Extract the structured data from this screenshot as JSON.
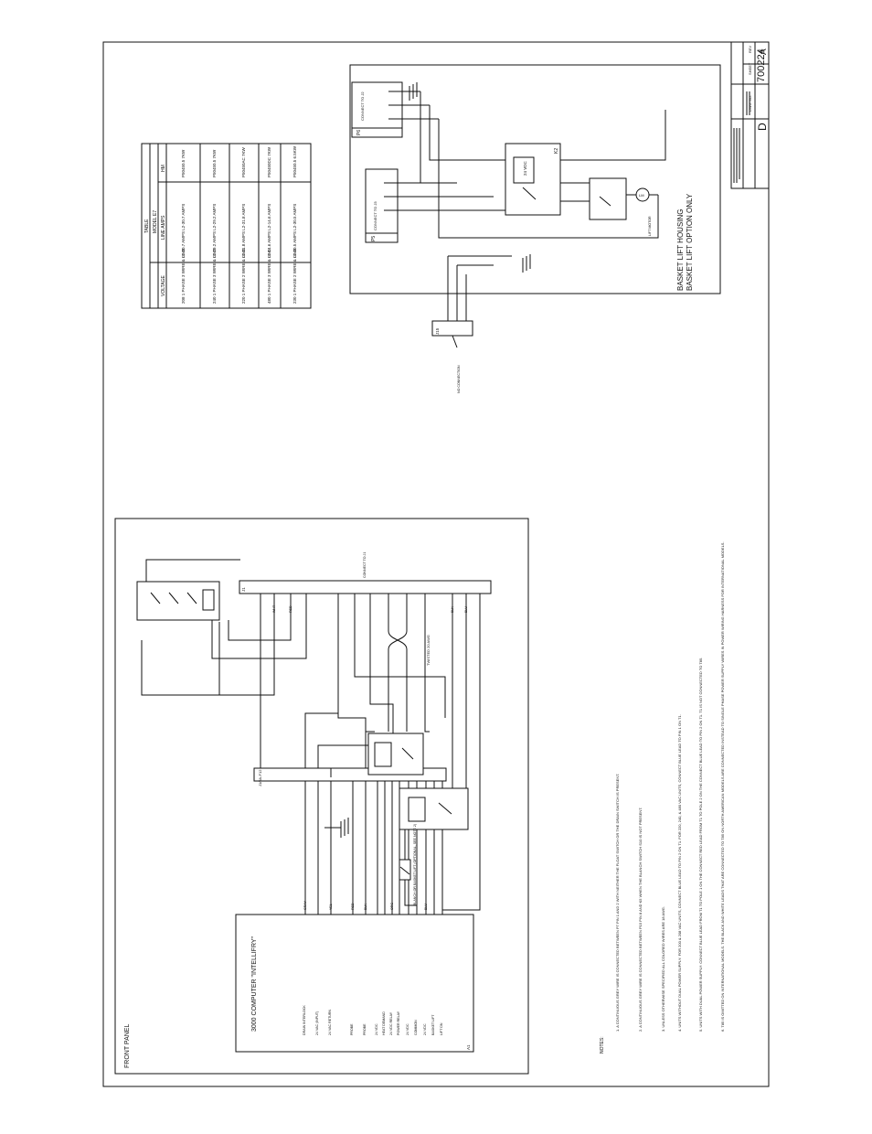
{
  "drawing": {
    "drawing_number": "700224",
    "size": "D",
    "revision": "A",
    "title": "WIRING DIAGRAM"
  },
  "left_panel": {
    "section_label": "FRONT PANEL",
    "computer_label": "3000 COMPUTER \"INTELLIFRY\"",
    "j1_label": "J1",
    "connector_label": "J1/6A-F12",
    "computer_inputs": [
      {
        "pin": "1",
        "label": "DRAIN INTERLOCK"
      },
      {
        "pin": "2",
        "label": "24 VAC (INPUT)"
      },
      {
        "pin": "3",
        "label": "24 VAC RETURN"
      },
      {
        "pin": "4",
        "label": "PROBE"
      },
      {
        "pin": "5",
        "label": "PROBE"
      },
      {
        "pin": "6",
        "label": "24 VDC"
      },
      {
        "pin": "7",
        "label": "HEAT DEMAND"
      },
      {
        "pin": "8",
        "label": "24 VDC RELAY"
      },
      {
        "pin": "9",
        "label": "POWER RELAY"
      },
      {
        "pin": "10",
        "label": "24 VDC"
      },
      {
        "pin": "11",
        "label": "COMMON"
      },
      {
        "pin": "12",
        "label": "24 VDC"
      },
      {
        "pin": "13",
        "label": "BASKET LIFT"
      },
      {
        "pin": "14",
        "label": "LIFT DN"
      }
    ],
    "wire_labels": {
      "gray": "GRAY",
      "white": "WHT",
      "red": "RED",
      "black": "BLK",
      "yellow": "YEL",
      "blue": "BLU",
      "org": "ORG"
    },
    "connector_top_label": "CONNECT TO J1",
    "twisted_label": "TWISTED 20 AWG",
    "drain_switch_label": "DRAIN SWITCH",
    "drain_switch_note": "BLANCH OR BASKET LIFT (OPTIONAL, SEE NOTE 2)"
  },
  "right_panel": {
    "title_line1": "BASKET LIFT HOUSING",
    "title_line2": "BASKET LIFT OPTION ONLY",
    "lift_motor_label": "LIFT MOTOR",
    "connect_to_j2": "CONNECT TO J2",
    "connect_to_j3": "CONNECT TO J3",
    "no_connection": "NO CONNECTION",
    "relay_label": "K2",
    "p6_label": "P6",
    "p5_label": "P5",
    "j15_label": "J15",
    "relay_coil_label": "24 VDC",
    "lift_motor_tag": "LM"
  },
  "table": {
    "title": "TABLE",
    "subtitle": "MODEL E7",
    "headers": [
      "VOLTAGE",
      "LINE AMPS",
      "HM"
    ],
    "rows": [
      [
        "208 1 PHASE 3 WIRE & GND",
        "L1-30.7 AMPS L2-30.7 AMPS",
        "P50450.5 7KW"
      ],
      [
        "240 1 PHASE 3 WIRE & GND",
        "L1-29.2 AMPS L2-29.2 AMPS",
        "P50450.5 7KW"
      ],
      [
        "220 1 PHASE 2 WIRE & GND",
        "L1-31.8 AMPS L2-31.8 AMPS",
        "P50450AC 7KW"
      ],
      [
        "480 1 PHASE 3 WIRE & GND",
        "L1-14.6 AMPS L2-14.6 AMPS",
        "P50450DC 7KW"
      ],
      [
        "230 1 PHASE 2 WIRE & GND",
        "L1-30.5 AMPS L2-30.5 AMPS",
        "P50450.5 6.5KW"
      ]
    ]
  },
  "notes": {
    "heading": "NOTES:",
    "items": [
      "1. A CONTINUOUS GREY WIRE IS CONNECTED BETWEEN P7 PIN 1 AND 2 WITH NEITHER THE FLOAT SWITCH OR THE DRAIN SWITCH IS PRESENT.",
      "2. A CONTINUOUS GREY WIRE IS CONNECTED BETWEEN P15 PIN 8 AND K5 WHEN THE BLANCH SWITCH S10 IS NOT PRESENT.",
      "3. UNLESS OTHERWISE SPECIFIED ALL COLORED WIRES ARE 18 AWG.",
      "4. UNITS WITHOUT DUAL POWER SUPPLY: FOR 200 & 208 VAC UNITS, CONNECT BLUE LEAD TO PIN 2 ON T1. FOR 220, 240, & 480 VAC UNITS, CONNECT BLUE LEAD TO PIN 1 ON T1.",
      "5. UNITS WITH DUAL POWER SUPPLY: CONNECT BLUE LEAD FROM T1 TO POLE 1 ON THE CONNECT RED LEAD FROM T1 TO POLE 2 ON THE CONNECT BLUE LEAD TO PIN 2 ON T1. T1 IS NOT CONNECTED TO T85.",
      "6. T85 IS OMITTED ON INTERNATIONAL MODELS. THE BLACK AND WHITE LEADS THAT ARE CONNECTED TO T85 ON NORTH AMERICAN MODELS ARE CONNECTED INSTEAD TO SINGLE PHASE POWER SUPPLY WIRES IN POWER WIRING HARNESS FOR INTERNATIONAL MODELS."
    ]
  },
  "title_block": {
    "dwg_no_label": "DWG NO.",
    "sheet_label": "SHEET",
    "rev_label": "REV"
  }
}
